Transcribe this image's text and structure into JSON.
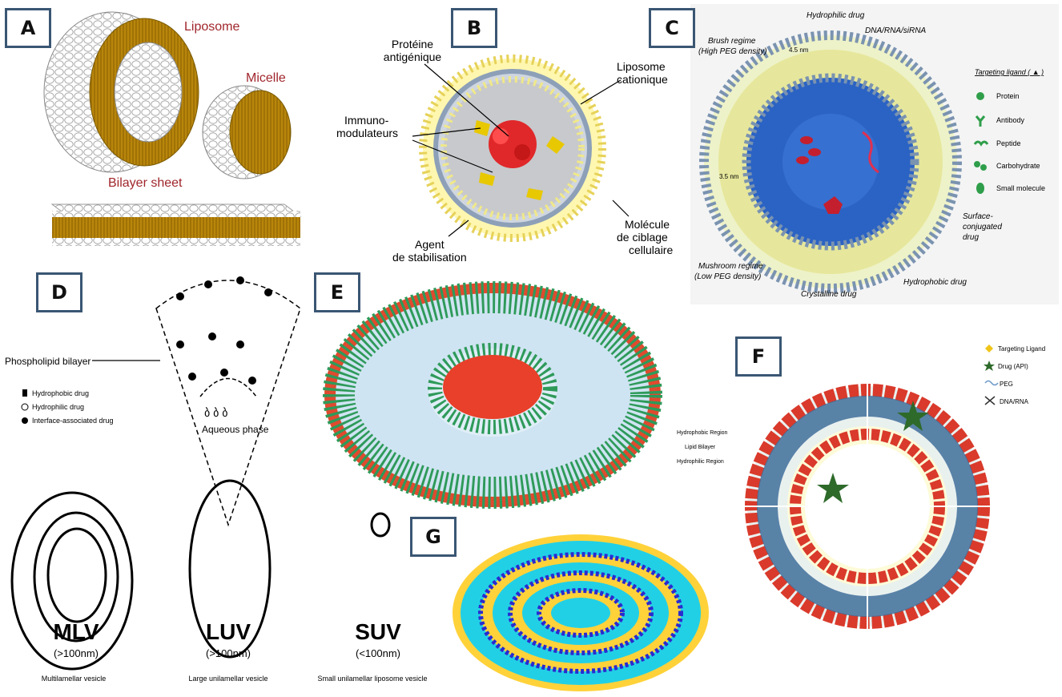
{
  "panel_tags": [
    "A",
    "B",
    "C",
    "D",
    "E",
    "F",
    "G"
  ],
  "panel_a": {
    "liposome": "Liposome",
    "micelle": "Micelle",
    "bilayer_sheet": "Bilayer sheet"
  },
  "panel_b": {
    "proteine": "Protéine antigénique",
    "liposome_cationique": "Liposome cationique",
    "immuno": "Immuno- modulateurs",
    "agent": "Agent de stabilisation",
    "molecule": "Molécule de ciblage cellulaire"
  },
  "panel_c": {
    "hydrophilic_drug": "Hydrophilic drug",
    "dna": "DNA/RNA/siRNA",
    "brush": "Brush regime (High PEG density)",
    "mushroom": "Mushroom regime (Low PEG density)",
    "nm45": "4.5 nm",
    "nm35": "3.5 nm",
    "surface": "Surface- conjugated drug",
    "hydrophobic_drug": "Hydrophobic drug",
    "crystalline_drug": "Crystalline drug",
    "legend_title": "Targeting ligand ( ▲ )",
    "legend": [
      "Protein",
      "Antibody",
      "Peptide",
      "Carbohydrate",
      "Small molecule"
    ]
  },
  "panel_d": {
    "phospholipid": "Phospholipid bilayer",
    "legend": [
      "Hydrophobic drug",
      "Hydrophilic drug",
      "Interface-associated drug"
    ],
    "aqueous": "Aqueous phase",
    "mlv": "MLV",
    "mlv_size": "(>100nm)",
    "mlv_desc": "Multilamellar vesicle",
    "luv": "LUV",
    "luv_size": "(>100nm)",
    "luv_desc": "Large unilamellar vesicle",
    "suv": "SUV",
    "suv_size": "(<100nm)",
    "suv_desc": "Small unilamellar liposome vesicle"
  },
  "panel_f": {
    "legend": [
      "Targeting Ligand",
      "Drug (API)",
      "PEG",
      "DNA/RNA"
    ],
    "hydrophobic_region": "Hydrophobic Region",
    "lipid_bilayer": "Lipid Bilayer",
    "hydrophilic_region": "Hydrophilic Region"
  },
  "colors": {
    "tag_border": "#3a5673",
    "label_red": "#a0262c",
    "lipid_gold": "#c9a227",
    "head_red": "#d93a2b",
    "head_blue": "#6e9dc7"
  }
}
